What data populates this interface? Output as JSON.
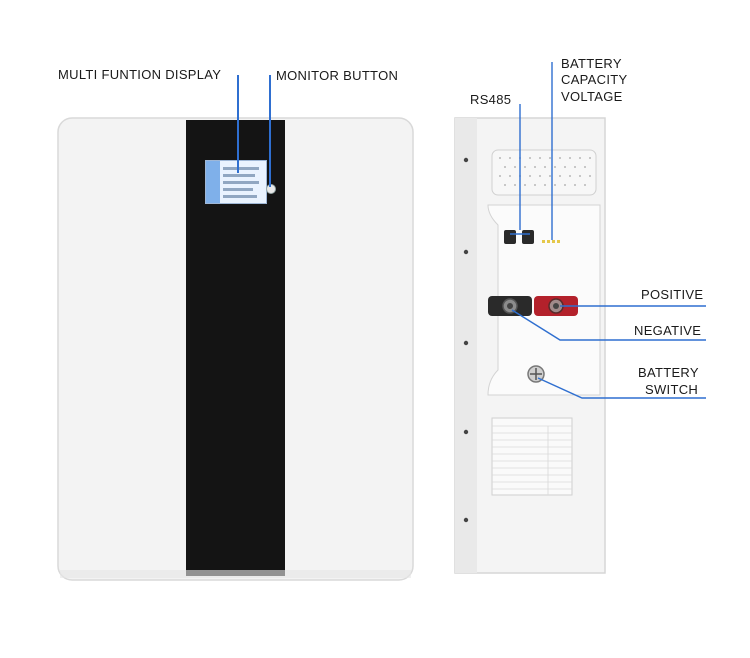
{
  "callouts": {
    "display": "MULTI FUNTION DISPLAY",
    "monitor_button": "MONITOR BUTTON",
    "rs485": "RS485",
    "capacity_line1": "BATTERY",
    "capacity_line2": "CAPACITY",
    "capacity_line3": "VOLTAGE",
    "positive": "POSITIVE",
    "negative": "NEGATIVE",
    "switch_line1": "BATTERY",
    "switch_line2": "SWITCH"
  },
  "colors": {
    "leader_line": "#2f6fd0",
    "front_panel": "#f2f2f2",
    "black_stripe": "#141414",
    "positive_terminal": "#b3212b",
    "negative_terminal": "#2a2a2a"
  }
}
